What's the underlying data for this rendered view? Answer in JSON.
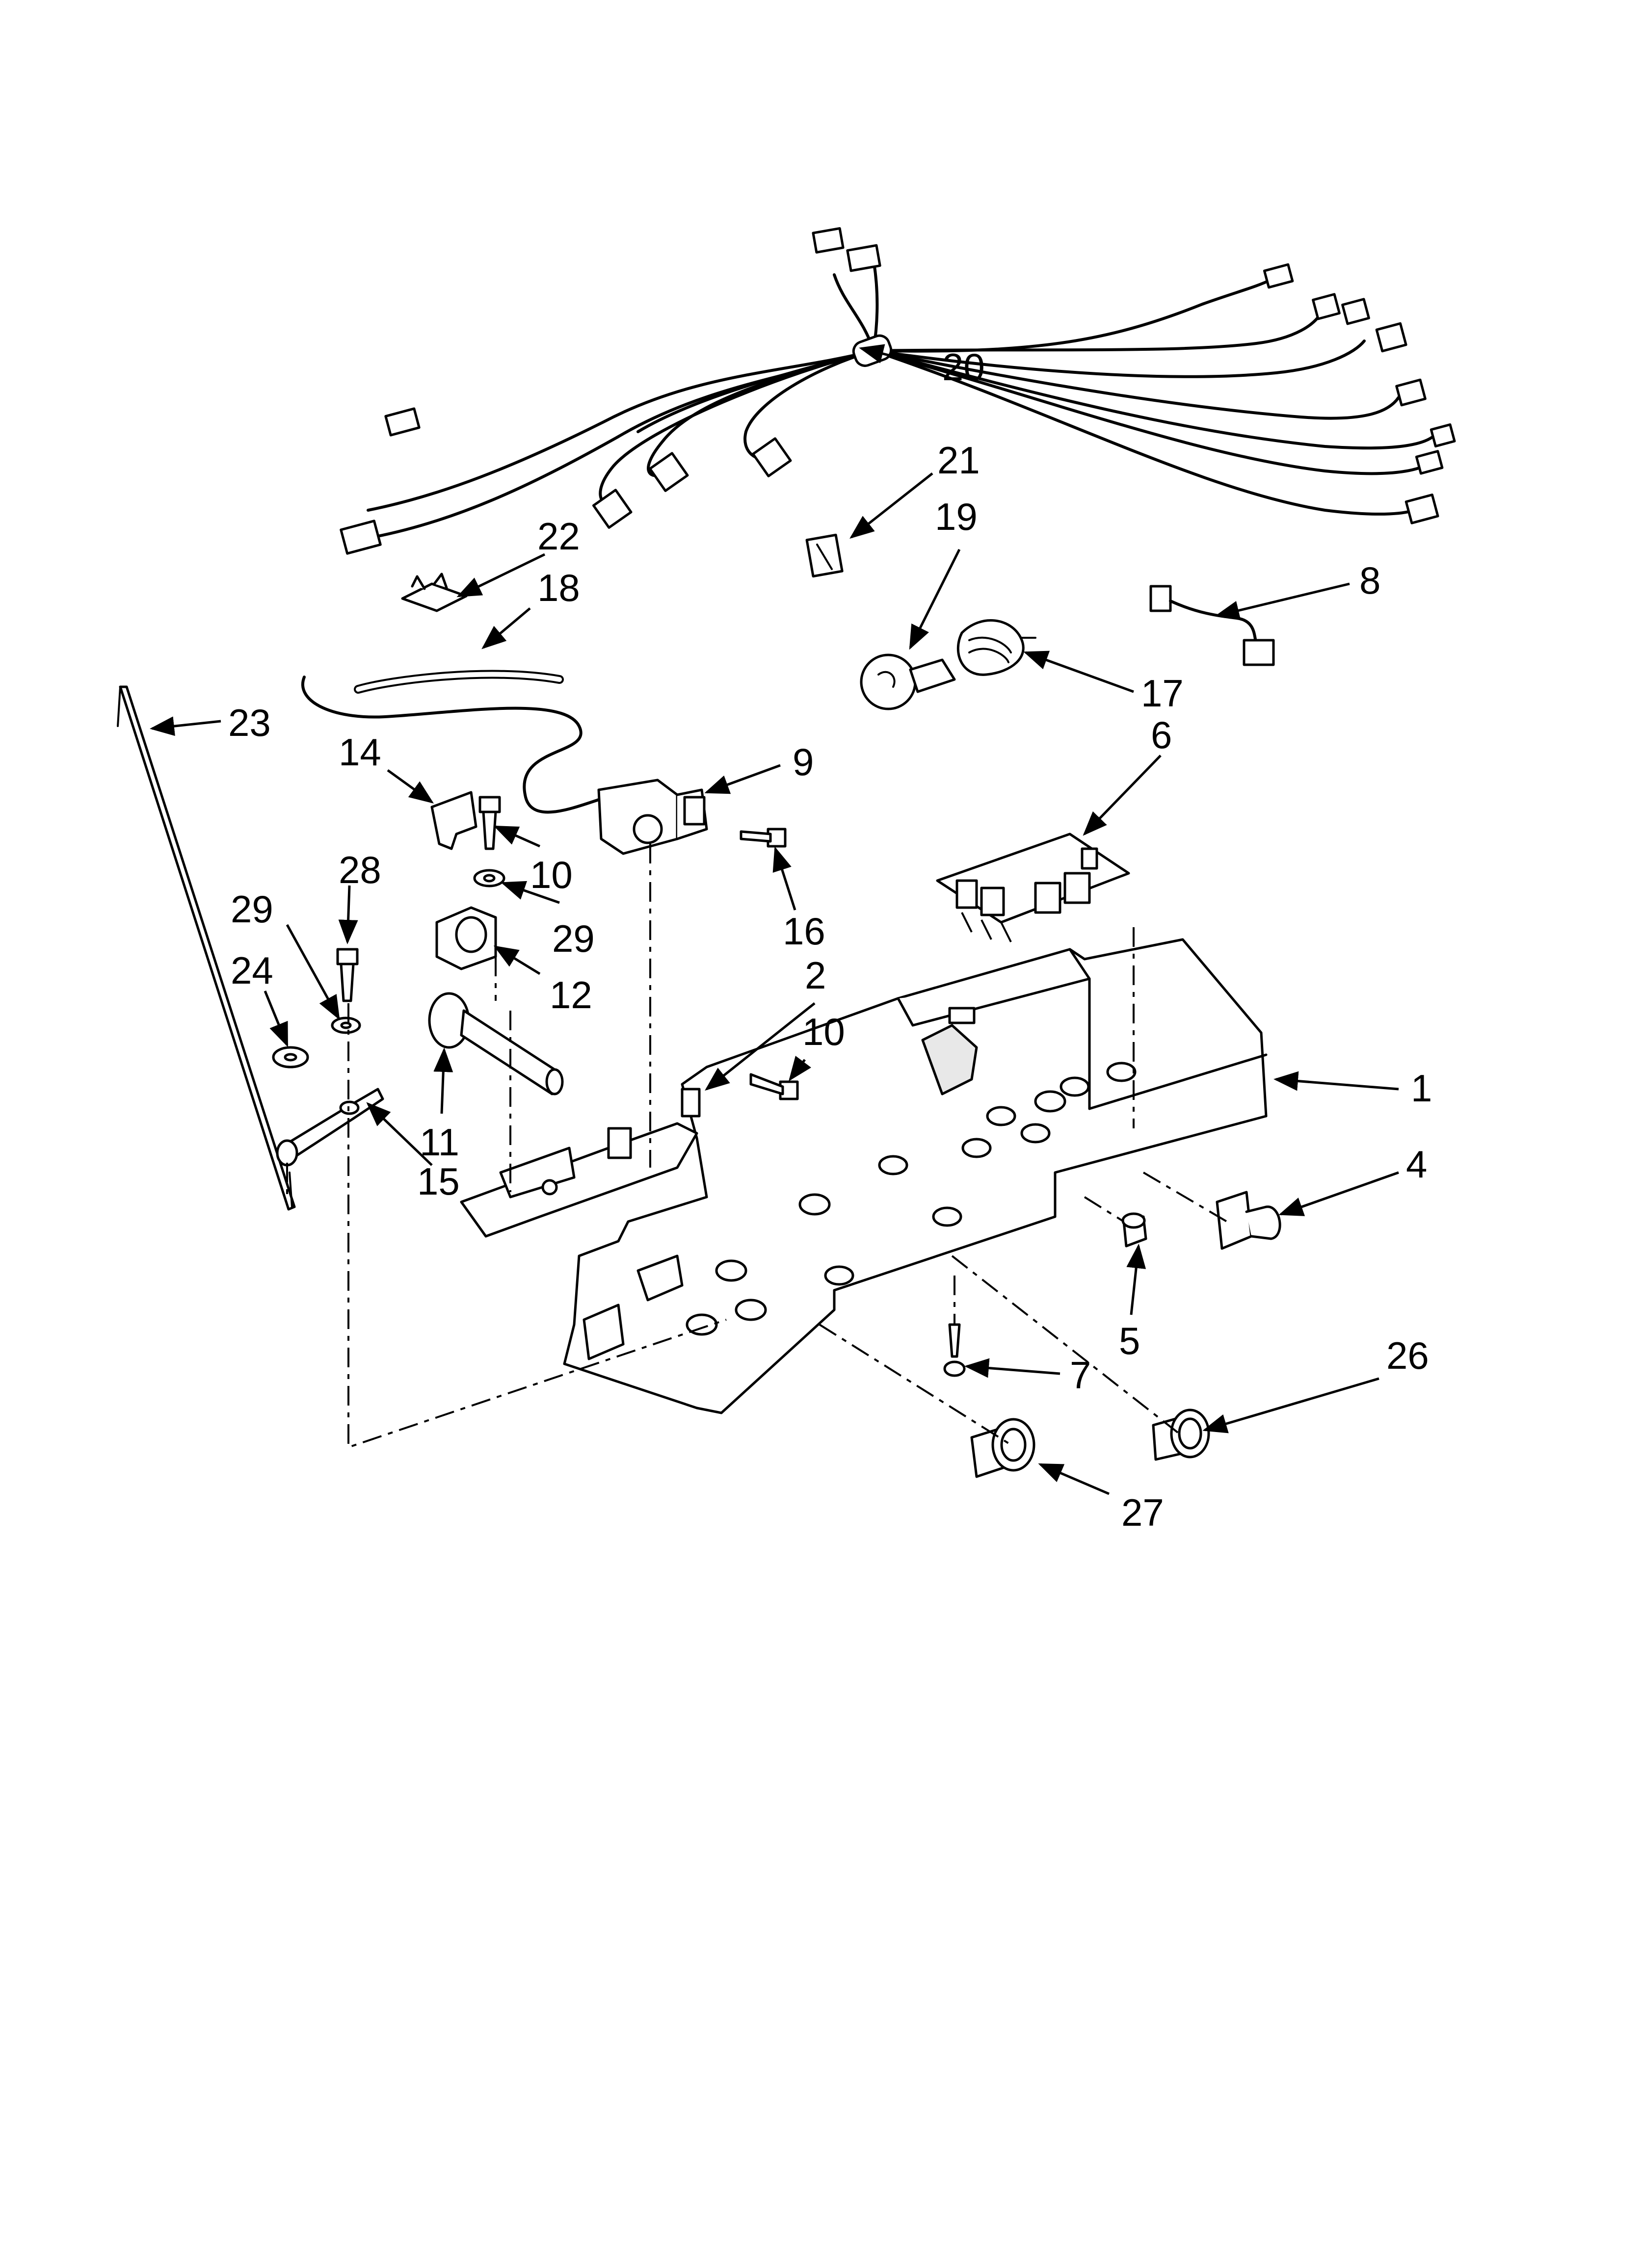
{
  "diagram": {
    "callouts": {
      "c1": "1",
      "c2": "2",
      "c4": "4",
      "c5": "5",
      "c6": "6",
      "c7": "7",
      "c8": "8",
      "c9": "9",
      "c10a": "10",
      "c10b": "10",
      "c11": "11",
      "c12": "12",
      "c14": "14",
      "c15": "15",
      "c16": "16",
      "c17": "17",
      "c18": "18",
      "c19": "19",
      "c20": "20",
      "c21": "21",
      "c22": "22",
      "c23": "23",
      "c24": "24",
      "c26": "26",
      "c27": "27",
      "c28": "28",
      "c29a": "29",
      "c29b": "29"
    }
  }
}
